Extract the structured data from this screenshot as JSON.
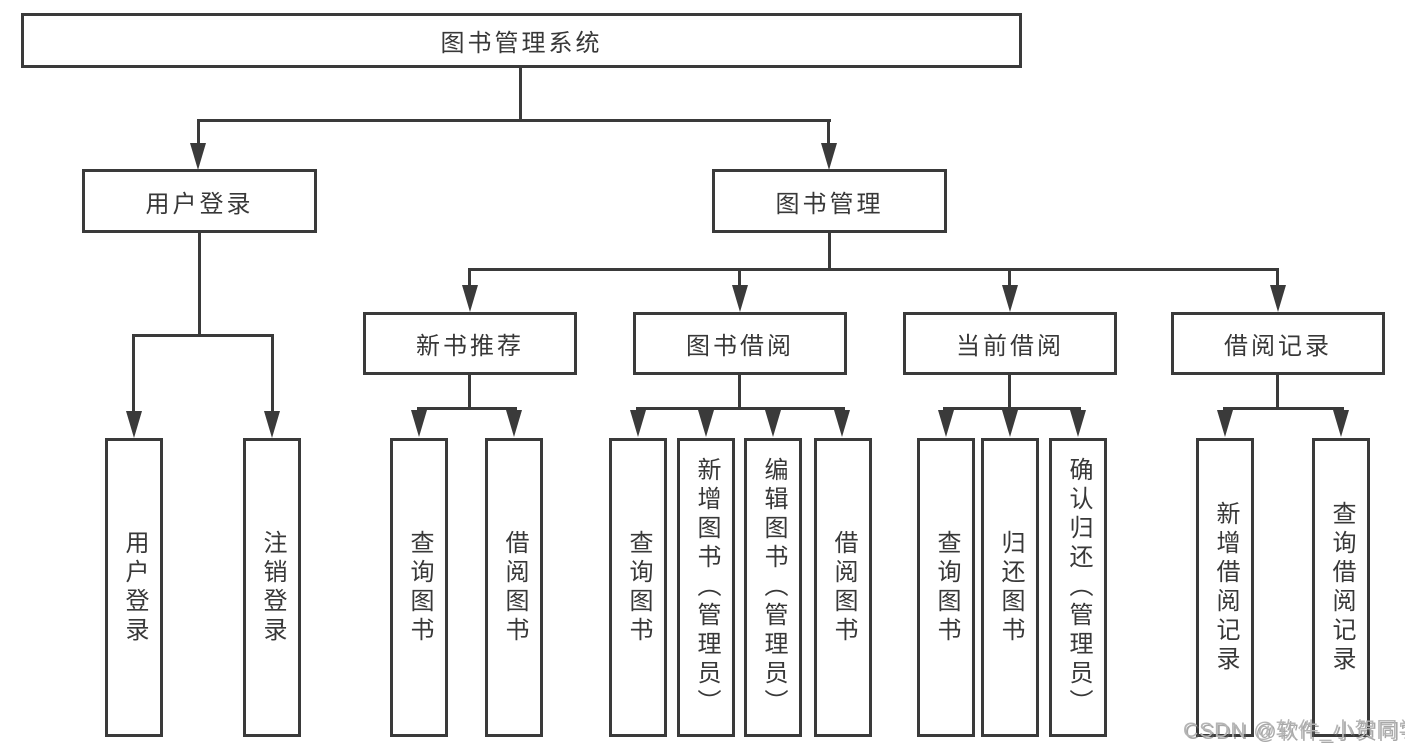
{
  "diagram": {
    "type": "hierarchy-tree",
    "colors": {
      "line": "#3a3a3a",
      "text": "#383838",
      "box_background": "#ffffff",
      "page_background": "#ffffff",
      "watermark": "#b5b5b5"
    }
  },
  "tree": {
    "root": {
      "label": "图书管理系统",
      "children": [
        {
          "label": "用户登录",
          "children": [
            {
              "label": "用户登录"
            },
            {
              "label": "注销登录"
            }
          ]
        },
        {
          "label": "图书管理",
          "children": [
            {
              "label": "新书推荐",
              "children": [
                {
                  "label": "查询图书"
                },
                {
                  "label": "借阅图书"
                }
              ]
            },
            {
              "label": "图书借阅",
              "children": [
                {
                  "label": "查询图书"
                },
                {
                  "label": "新增图书（管理员）"
                },
                {
                  "label": "编辑图书（管理员）"
                },
                {
                  "label": "借阅图书"
                }
              ]
            },
            {
              "label": "当前借阅",
              "children": [
                {
                  "label": "查询图书"
                },
                {
                  "label": "归还图书"
                },
                {
                  "label": "确认归还（管理员）"
                }
              ]
            },
            {
              "label": "借阅记录",
              "children": [
                {
                  "label": "新增借阅记录"
                },
                {
                  "label": "查询借阅记录"
                }
              ]
            }
          ]
        }
      ]
    }
  },
  "watermark": {
    "text": "CSDN @软件_小贺同学"
  }
}
